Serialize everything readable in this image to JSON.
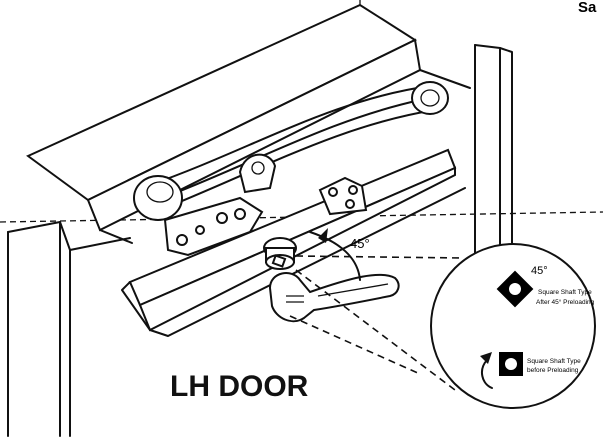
{
  "figure": {
    "corner_text": "Sa",
    "title": "LH DOOR",
    "angle_label": "45°",
    "detail": {
      "angle_label": "45°",
      "after_caption_line1": "Square Shaft Type",
      "after_caption_line2": "After 45° Preloading",
      "before_caption_line1": "Square Shaft Type",
      "before_caption_line2": "before Preloading"
    }
  },
  "colors": {
    "ink": "#111111",
    "background": "#ffffff"
  }
}
